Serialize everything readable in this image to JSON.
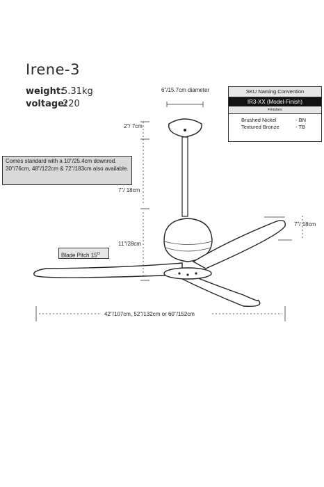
{
  "title": "Irene-3",
  "specs": {
    "weight_label": "weight:",
    "weight_value": "5.31kg",
    "voltage_label": "voltage:",
    "voltage_value": "220"
  },
  "dimensions": {
    "canopy_diameter": "6\"/15.7cm diameter",
    "canopy_height": "2\"/ 7cm",
    "downrod_length": "7\"/ 18cm",
    "motor_height": "11\"/28cm",
    "blade_tip": "7\"/ 18cm",
    "span": "42\"/107cm, 52\"/132cm or 60\"/152cm"
  },
  "sku": {
    "header": "SKU Naming Convention",
    "model": "IR3-XX (Model-Finish)",
    "finishes_label": "Finishes",
    "finishes": [
      {
        "name": "Brushed Nickel",
        "code": "- BN"
      },
      {
        "name": "Textured Bronze",
        "code": "- TB"
      }
    ]
  },
  "note": "Comes standard with a 10\"/25.4cm downrod. 30\"/76cm, 48\"/122cm & 72\"/183cm also available.",
  "blade_pitch": {
    "label": "Blade Pitch 15",
    "degree": "O"
  }
}
